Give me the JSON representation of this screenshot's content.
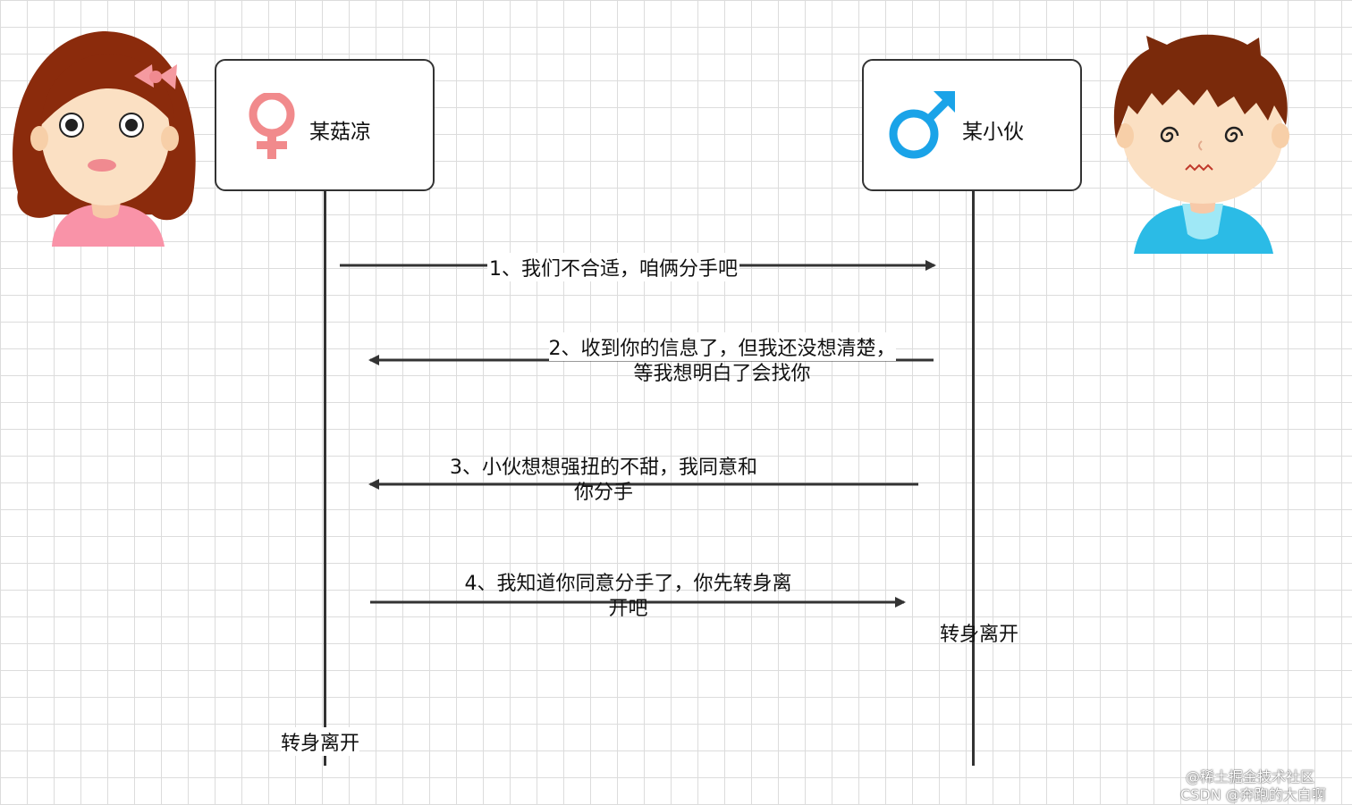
{
  "participants": {
    "left": {
      "name": "某菇凉",
      "symbol": "female-symbol",
      "color": "#f18a8c"
    },
    "right": {
      "name": "某小伙",
      "symbol": "male-symbol",
      "color": "#1aa3e8"
    }
  },
  "messages": [
    {
      "from": "left",
      "to": "right",
      "lines": [
        "1、我们不合适，咱俩分手吧"
      ]
    },
    {
      "from": "right",
      "to": "left",
      "lines": [
        "2、收到你的信息了，但我还没想清楚，",
        "等我想明白了会找你"
      ]
    },
    {
      "from": "right",
      "to": "left",
      "lines": [
        "3、小伙想想强扭的不甜，我同意和",
        "你分手"
      ]
    },
    {
      "from": "left",
      "to": "right",
      "lines": [
        "4、我知道你同意分手了，你先转身离",
        "开吧"
      ]
    }
  ],
  "endings": {
    "left": "转身离开",
    "right": "转身离开"
  },
  "watermark": {
    "line1": "@稀土掘金技术社区",
    "line2": "CSDN @奔跑的大白啊"
  }
}
